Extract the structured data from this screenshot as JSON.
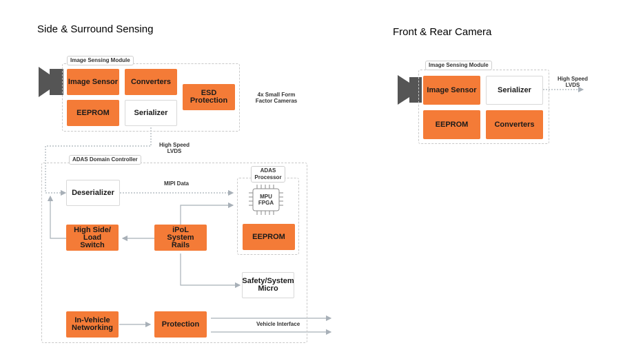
{
  "left_diagram": {
    "title": "Side & Surround Sensing",
    "image_sensing_module": {
      "tag": "Image Sensing Module",
      "blocks": {
        "image_sensor": "Image Sensor",
        "converters": "Converters",
        "esd_protection": "ESD Protection",
        "eeprom": "EEPROM",
        "serializer": "Serializer"
      },
      "camera_note": "4x Small Form Factor Cameras"
    },
    "link_label": "High Speed LVDS",
    "adas_domain_controller": {
      "tag": "ADAS Domain Controller",
      "blocks": {
        "deserializer": "Deserializer",
        "high_side_load_switch": "High Side/ Load Switch",
        "ipol_system_rails": "iPoL System Rails",
        "safety_system_micro": "Safety/System Micro",
        "in_vehicle_networking": "In-Vehicle Networking",
        "protection": "Protection"
      },
      "adas_processor": {
        "tag": "ADAS Processor",
        "chip_label": "MPU FPGA",
        "eeprom": "EEPROM"
      },
      "mipi_label": "MIPI Data",
      "vehicle_interface_label": "Vehicle Interface"
    }
  },
  "right_diagram": {
    "title": "Front & Rear Camera",
    "image_sensing_module": {
      "tag": "Image Sensing Module",
      "blocks": {
        "image_sensor": "Image Sensor",
        "serializer": "Serializer",
        "eeprom": "EEPROM",
        "converters": "Converters"
      }
    },
    "link_label": "High Speed LVDS"
  },
  "colors": {
    "orange": "#f47b37",
    "camera_gray": "#555555",
    "line_gray": "#a8b0b8"
  }
}
